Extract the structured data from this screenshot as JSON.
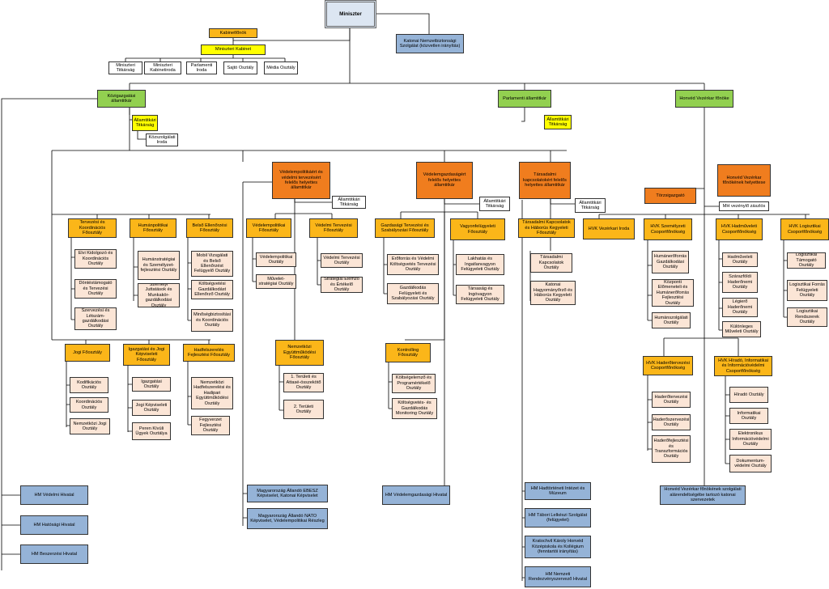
{
  "nodes": [
    {
      "id": "miniszter",
      "text": "Miniszter",
      "c": "tb"
    },
    {
      "id": "kabinetfonok",
      "text": "Kabinetfőnök",
      "c": "o"
    },
    {
      "id": "min_kabinet",
      "text": "Miniszteri Kabinet",
      "c": "y"
    },
    {
      "id": "min_titkarsag",
      "text": "Miniszteri Titkárság",
      "c": "w"
    },
    {
      "id": "min_kabinetiroda",
      "text": "Miniszteri Kabinetiroda",
      "c": "w"
    },
    {
      "id": "parl_iroda",
      "text": "Parlamenti Iroda",
      "c": "w"
    },
    {
      "id": "sajto",
      "text": "Sajtó Osztály",
      "c": "w"
    },
    {
      "id": "media",
      "text": "Média Osztály",
      "c": "w"
    },
    {
      "id": "knbsz",
      "text": "Katonai Nemzetbiztonsági Szolgálat (közvetlen irányítás)",
      "c": "b"
    },
    {
      "id": "kozig_at",
      "text": "Közigazgatási államtitkár",
      "c": "g_"
    },
    {
      "id": "parl_at",
      "text": "Parlamenti államtitkár",
      "c": "g_"
    },
    {
      "id": "hvk_fonok",
      "text": "Honvéd Vezérkar főnöke",
      "c": "g_"
    },
    {
      "id": "at_titk1",
      "text": "Államtitkári Titkárság",
      "c": "y"
    },
    {
      "id": "kozszolg_iroda",
      "text": "Közszolgálati Iroda",
      "c": "w"
    },
    {
      "id": "at_titk2",
      "text": "Államtitkári Titkárság",
      "c": "y"
    },
    {
      "id": "vedpol_ha",
      "text": "Védelempolitikáért és védelmi tervezésért felelős helyettes államtitkár",
      "c": "r"
    },
    {
      "id": "vedgazd_ha",
      "text": "Védelemgazdaságért felelős helyettes államtitkár",
      "c": "r"
    },
    {
      "id": "tars_ha",
      "text": "Társadalmi kapcsolatokért felelős helyettes államtitkár",
      "c": "r"
    },
    {
      "id": "hvk_fh",
      "text": "Honvéd Vezérkar főnökének helyettese",
      "c": "r"
    },
    {
      "id": "torzsigazgato",
      "text": "Törzsigazgató",
      "c": "r"
    },
    {
      "id": "mh_vez_zaszlos",
      "text": "MH vezénylő zászlós",
      "c": "w"
    },
    {
      "id": "at_titk3",
      "text": "Államtitkári Titkárság",
      "c": "w"
    },
    {
      "id": "at_titk4",
      "text": "Államtitkári Titkárság",
      "c": "w"
    },
    {
      "id": "at_titk5",
      "text": "Államtitkári Titkárság",
      "c": "w"
    },
    {
      "id": "tervezesi_fo",
      "text": "Tervezési és Koordinációs Főosztály",
      "c": "o"
    },
    {
      "id": "humanpol_fo",
      "text": "Humánpolitikai Főosztály",
      "c": "o"
    },
    {
      "id": "belso_ell_fo",
      "text": "Belső Ellenőrzési Főosztály",
      "c": "o"
    },
    {
      "id": "elvi_kidolg",
      "text": "Elvi Kidolgozó és Koordinációs Osztály",
      "c": "p"
    },
    {
      "id": "donteselok",
      "text": "Döntéstámogató és Tervezési Osztály",
      "c": "p"
    },
    {
      "id": "szervezesi",
      "text": "Szervezési és Létszám-gazdálkodási Osztály",
      "c": "p"
    },
    {
      "id": "humanstrat",
      "text": "Humánstratégiai és Személyzet-fejlesztési Osztály",
      "c": "p"
    },
    {
      "id": "szemelyi_jut",
      "text": "Személyi Juttatások és Munkakör-gazdálkodási Osztály",
      "c": "p"
    },
    {
      "id": "mobil_vizsg",
      "text": "Mobil Vizsgálati és Belső Ellenőrzést Felügyelő Osztály",
      "c": "p"
    },
    {
      "id": "koltsegvetesi_ell",
      "text": "Költségvetési Gazdálkodást Ellenőrző Osztály",
      "c": "p"
    },
    {
      "id": "minosegbizt",
      "text": "Minőségbiztosítási és Koordinációs Osztály",
      "c": "p"
    },
    {
      "id": "jogi_fo",
      "text": "Jogi Főosztály",
      "c": "o"
    },
    {
      "id": "igazg_jogi_fo",
      "text": "Igazgatási és Jogi Képviseleti Főosztály",
      "c": "o"
    },
    {
      "id": "hadfejl_fo",
      "text": "Hadfelszerelés Fejlesztési Főosztály",
      "c": "o"
    },
    {
      "id": "kodifikacios",
      "text": "Kodifikációs Osztály",
      "c": "p"
    },
    {
      "id": "koordinacios",
      "text": "Koordinációs Osztály",
      "c": "p"
    },
    {
      "id": "nemzetkozi_jogi",
      "text": "Nemzetközi Jogi Osztály",
      "c": "p"
    },
    {
      "id": "igazgatasi",
      "text": "Igazgatási Osztály",
      "c": "p"
    },
    {
      "id": "jogi_kepv",
      "text": "Jogi Képviseleti Osztály",
      "c": "p"
    },
    {
      "id": "peren_kivuli",
      "text": "Peren Kívüli Ügyek Osztálya",
      "c": "p"
    },
    {
      "id": "nk_hadfelsz",
      "text": "Nemzetközi Hadfelszerelési és Hadipari Együttműködési Osztály",
      "c": "p"
    },
    {
      "id": "fegyverzet_fejl",
      "text": "Fegyverzet Fejlesztési Osztály",
      "c": "p"
    },
    {
      "id": "vedpol_fo",
      "text": "Védelempolitikai Főosztály",
      "c": "o"
    },
    {
      "id": "vedterv_fo",
      "text": "Védelmi Tervezési Főosztály",
      "c": "o"
    },
    {
      "id": "vedpol_o",
      "text": "Védelempolitikai Osztály",
      "c": "p"
    },
    {
      "id": "muvelet_strat",
      "text": "Művelet-stratégiai Osztály",
      "c": "p"
    },
    {
      "id": "vedterv_o",
      "text": "Védelmi Tervezési Osztály",
      "c": "p"
    },
    {
      "id": "strat_elemzo",
      "text": "Stratégiai Elemző és Értékelő Osztály",
      "c": "p"
    },
    {
      "id": "nk_egyutt_fo",
      "text": "Nemzetközi Együttműködési Főosztály",
      "c": "o"
    },
    {
      "id": "teruleti1",
      "text": "1. Területi és Attasé-összekötő Osztály",
      "c": "p"
    },
    {
      "id": "teruleti2",
      "text": "2. Területi Osztály",
      "c": "p"
    },
    {
      "id": "gazd_terv_fo",
      "text": "Gazdasági Tervezési és Szabályozási Főosztály",
      "c": "o"
    },
    {
      "id": "vagyonfel_fo",
      "text": "Vagyonfelügyeleti Főosztály",
      "c": "o"
    },
    {
      "id": "eroforras",
      "text": "Erőforrás és Védelmi Költségvetés Tervezési Osztály",
      "c": "p"
    },
    {
      "id": "gazdalkodas_fel",
      "text": "Gazdálkodás Felügyeleti és Szabályozási Osztály",
      "c": "p"
    },
    {
      "id": "lakhatas",
      "text": "Lakhatás és Ingatlanvagyon Felügyeleti Osztály",
      "c": "p"
    },
    {
      "id": "tarsasag",
      "text": "Társaság és Ingóvagyon Felügyeleti Osztály",
      "c": "p"
    },
    {
      "id": "controlling_fo",
      "text": "Kontrolling Főosztály",
      "c": "o"
    },
    {
      "id": "koltsegelemzo",
      "text": "Költségelemző és Programértékelő Osztály",
      "c": "p"
    },
    {
      "id": "koltsegvetes_monitoring",
      "text": "Költségvetés- és Gazdálkodás Monitoring Osztály",
      "c": "p"
    },
    {
      "id": "tars_kapcs_fo",
      "text": "Társadalmi Kapcsolatok és Háborús Kegyeleti Főosztály",
      "c": "o"
    },
    {
      "id": "tars_kapcs_o",
      "text": "Társadalmi Kapcsolatok Osztály",
      "c": "p"
    },
    {
      "id": "katonai_hagy",
      "text": "Katonai Hagyományőrző és Háborús Kegyeleti Osztály",
      "c": "p"
    },
    {
      "id": "hvk_vez_iroda",
      "text": "HVK Vezérkari Iroda",
      "c": "o"
    },
    {
      "id": "hvk_szemelyzeti",
      "text": "HVK Személyzeti Csoportfőnökség",
      "c": "o"
    },
    {
      "id": "hvk_hadmuveleti",
      "text": "HVK Hadműveleti Csoportfőnökség",
      "c": "o"
    },
    {
      "id": "hvk_logisztikai",
      "text": "HVK Logisztikai Csoportfőnökség",
      "c": "o"
    },
    {
      "id": "hadmuveleti_o",
      "text": "Hadműveleti Osztály",
      "c": "p"
    },
    {
      "id": "szarazfoldi",
      "text": "Szárazföldi Haderőnemi Osztály",
      "c": "p"
    },
    {
      "id": "legiero",
      "text": "Légierő Haderőnemi Osztály",
      "c": "p"
    },
    {
      "id": "kulonleges",
      "text": "Különleges Műveleti Osztály",
      "c": "p"
    },
    {
      "id": "humaneroforras",
      "text": "Humánerőforrás Gazdálkodási Osztály",
      "c": "p"
    },
    {
      "id": "kozponti_eloment",
      "text": "Központi Előmeneteli és Humánerőforrás Fejlesztési Osztály",
      "c": "p"
    },
    {
      "id": "humanszolg",
      "text": "Humánszolgálati Osztály",
      "c": "p"
    },
    {
      "id": "log_tamogato",
      "text": "Logisztikai Támogató Osztály",
      "c": "p"
    },
    {
      "id": "log_forras",
      "text": "Logisztikai Forrás Felügyeleti Osztály",
      "c": "p"
    },
    {
      "id": "log_rendszerek",
      "text": "Logisztikai Rendszerek Osztály",
      "c": "p"
    },
    {
      "id": "hvk_haderoterv",
      "text": "HVK Haderőtervezési Csoportfőnökség",
      "c": "o"
    },
    {
      "id": "hvk_hirado",
      "text": "HVK Híradó, Informatikai és Információvédelmi Csoportfőnökség",
      "c": "o"
    },
    {
      "id": "haderotervezesi_o",
      "text": "Haderőtervezési Osztály",
      "c": "p"
    },
    {
      "id": "haderoszervezesi",
      "text": "Haderőszervezési Osztály",
      "c": "p"
    },
    {
      "id": "haderofejlesztesi",
      "text": "Haderőfejlesztési és Transzformációs Osztály",
      "c": "p"
    },
    {
      "id": "hirado_o",
      "text": "Híradó Osztály",
      "c": "p"
    },
    {
      "id": "informatikai_o",
      "text": "Informatikai Osztály",
      "c": "p"
    },
    {
      "id": "elektronikus",
      "text": "Elektronikus Információvédelmi Osztály",
      "c": "p"
    },
    {
      "id": "dokumentum",
      "text": "Dokumentum-védelmi Osztály",
      "c": "p"
    },
    {
      "id": "hm_vedelmi",
      "text": "HM Védelmi Hivatal",
      "c": "b"
    },
    {
      "id": "hm_hatosagi",
      "text": "HM Hatósági Hivatal",
      "c": "b"
    },
    {
      "id": "hm_beszerzesi",
      "text": "HM Beszerzési Hivatal",
      "c": "b"
    },
    {
      "id": "ebesz",
      "text": "Magyarország Állandó EBESZ Képviselet, Katonai Képviselet",
      "c": "b"
    },
    {
      "id": "nato",
      "text": "Magyarország Állandó NATO Képviselet, Védelempolitikai Részleg",
      "c": "b"
    },
    {
      "id": "hm_vedgazd_hiv",
      "text": "HM  Védelemgazdasági Hivatal",
      "c": "b"
    },
    {
      "id": "hm_hadtorteneti",
      "text": "HM Hadtörténeti Intézet és Múzeum",
      "c": "b"
    },
    {
      "id": "hm_tabori",
      "text": "HM Tábori Lelkészi Szolgálat (felügyelet)",
      "c": "b"
    },
    {
      "id": "kratochvil",
      "text": "Kratochvil Károly Honvéd Középiskola és Kollégium (fenntartói irányítás)",
      "c": "b"
    },
    {
      "id": "hm_nemzeti_rend",
      "text": "HM Nemzeti Rendezvényszervező Hivatal",
      "c": "b"
    },
    {
      "id": "hvk_alarend",
      "text": "Honvéd Vezérkar főnökének szolgálati alárendeltségébe tartozó katonai szervezetek",
      "c": "b"
    }
  ]
}
